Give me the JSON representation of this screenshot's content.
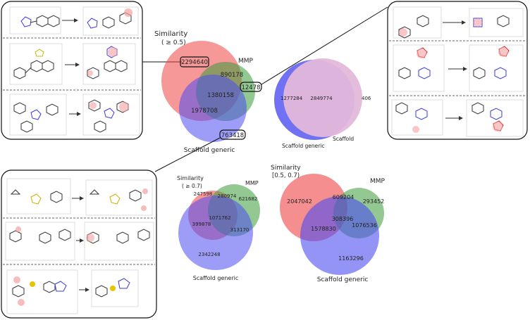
{
  "colors": {
    "similarity": "#ee4444",
    "mmp": "#3a9a3a",
    "scaffold_generic": "#4d4df0",
    "scaffold": "#e3b8da",
    "outline": "#111111",
    "arrow": "#333333"
  },
  "panels": {
    "top_left": {
      "title": "Similarity",
      "subtitle": "( ≥ 0.5)",
      "labels": {
        "similarity_only": "2294640",
        "sim_mmp": "890178",
        "mmp_only": "12478",
        "all_three": "1380158",
        "sim_scaffold": "1978708",
        "scaffold_only": "763418"
      },
      "set_labels": {
        "mmp": "MMP",
        "scaffold_generic": "Scaffold generic"
      }
    },
    "top_right": {
      "labels": {
        "generic_only": "1277284",
        "both": "2849774",
        "scaffold_only": "406"
      },
      "set_labels": {
        "scaffold_generic": "Scaffold generic",
        "scaffold": "Scaffold"
      }
    },
    "bottom_middle": {
      "title": "Similarity",
      "subtitle": "( ≥ 0.7)",
      "labels": {
        "similarity_only": "247598",
        "sim_mmp": "280974",
        "mmp_only": "621682",
        "sim_scaffold": "399878",
        "all_three": "1071762",
        "mmp_scaffold": "313170",
        "scaffold_only": "2342248"
      },
      "set_labels": {
        "mmp": "MMP",
        "scaffold_generic": "Scaffold generic"
      }
    },
    "bottom_right": {
      "title": "Similarity",
      "subtitle": "[0.5, 0.7)",
      "labels": {
        "similarity_only": "2047042",
        "sim_mmp": "609204",
        "mmp_only": "293452",
        "all_three": "308396",
        "sim_scaffold": "1578830",
        "mmp_scaffold": "1076536",
        "scaffold_only": "1163296"
      },
      "set_labels": {
        "mmp": "MMP",
        "scaffold_generic": "Scaffold generic"
      }
    }
  },
  "example_boxes": {
    "top_left": {
      "pairs": 3
    },
    "top_right": {
      "pairs": 3
    },
    "bottom_left": {
      "pairs": 3
    }
  }
}
